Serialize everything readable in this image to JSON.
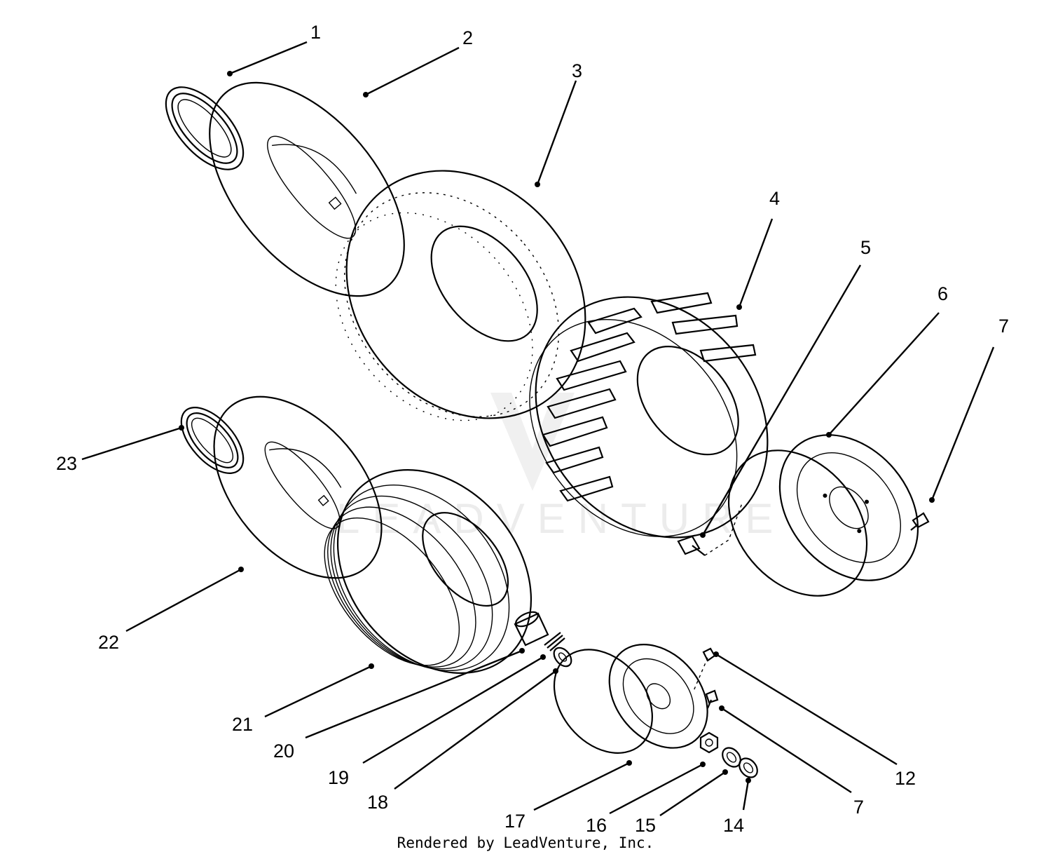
{
  "diagram": {
    "callouts": [
      {
        "id": "c1",
        "label": "1"
      },
      {
        "id": "c2",
        "label": "2"
      },
      {
        "id": "c3",
        "label": "3"
      },
      {
        "id": "c4",
        "label": "4"
      },
      {
        "id": "c5",
        "label": "5"
      },
      {
        "id": "c6",
        "label": "6"
      },
      {
        "id": "c7a",
        "label": "7"
      },
      {
        "id": "c7b",
        "label": "7"
      },
      {
        "id": "c12",
        "label": "12"
      },
      {
        "id": "c14",
        "label": "14"
      },
      {
        "id": "c15",
        "label": "15"
      },
      {
        "id": "c16",
        "label": "16"
      },
      {
        "id": "c17",
        "label": "17"
      },
      {
        "id": "c18",
        "label": "18"
      },
      {
        "id": "c19",
        "label": "19"
      },
      {
        "id": "c20",
        "label": "20"
      },
      {
        "id": "c21",
        "label": "21"
      },
      {
        "id": "c22",
        "label": "22"
      },
      {
        "id": "c23",
        "label": "23"
      }
    ],
    "watermark": "LEADVENTURE",
    "credit": "Rendered by LeadVenture, Inc."
  }
}
